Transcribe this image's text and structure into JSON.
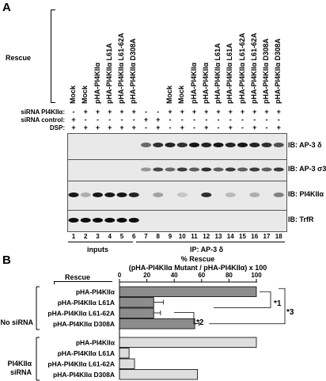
{
  "panel_a": {
    "letter": "A",
    "rescue_header": "Rescue",
    "lane_rescue_labels": [
      "Mock",
      "Mock",
      "pHA-PI4KIIα",
      "pHA-PI4KIIα L61A",
      "pHA-PI4KIIα L61-62A",
      "pHA-PI4KIIα D308A",
      "",
      "",
      "Mock",
      "Mock",
      "pHA-PI4KIIα",
      "pHA-PI4KIIα",
      "pHA-PI4KIIα L61A",
      "pHA-PI4KIIα L61A",
      "pHA-PI4KIIα L61-62A",
      "pHA-PI4KIIα L61-62A",
      "pHA-PI4KIIα D308A",
      "pHA-PI4KIIα D308A"
    ],
    "row_labels": {
      "sirna_pi4k": "siRNA PI4KIIα:",
      "sirna_control": "siRNA control:",
      "dsp": "DSP:"
    },
    "rows": {
      "sirna_pi4k": [
        "-",
        "+",
        "+",
        "+",
        "+",
        "+",
        "-",
        "-",
        "+",
        "+",
        "+",
        "+",
        "+",
        "+",
        "+",
        "+",
        "+",
        "+"
      ],
      "sirna_control": [
        "+",
        "-",
        "-",
        "-",
        "-",
        "-",
        "+",
        "+",
        "-",
        "-",
        "-",
        "-",
        "-",
        "-",
        "-",
        "-",
        "-",
        "-"
      ],
      "dsp": [
        "+",
        "+",
        "+",
        "+",
        "+",
        "+",
        "-",
        "+",
        "-",
        "+",
        "-",
        "+",
        "-",
        "+",
        "-",
        "+",
        "-",
        "+"
      ]
    },
    "blots": [
      {
        "label": "IB: AP-3 δ"
      },
      {
        "label": "IB: AP-3 σ3"
      },
      {
        "label": "IB: PI4KIIα"
      },
      {
        "label": "IB: TrfR"
      }
    ],
    "lane_numbers": [
      "1",
      "2",
      "3",
      "4",
      "5",
      "6",
      "7",
      "8",
      "9",
      "10",
      "11",
      "12",
      "13",
      "14",
      "15",
      "16",
      "17",
      "18"
    ],
    "group_inputs": "inputs",
    "group_ip": "IP: AP-3 δ"
  },
  "panel_b": {
    "letter": "B",
    "title_line1": "% Rescue",
    "title_line2": "(pHA-PI4KIIα Mutant / pHA-PI4KIIα) x 100",
    "rescue_header": "Rescue",
    "group_no_sirna": "No siRNA",
    "group_sirna_line1": "PI4KIIα",
    "group_sirna_line2": "siRNA",
    "sig_labels": [
      "*1",
      "*2",
      "*3"
    ],
    "colors": {
      "no_sirna": "#8c8c8c",
      "sirna": "#dedede"
    }
  },
  "chart_data": {
    "type": "bar",
    "orientation": "horizontal",
    "title": "% Rescue (pHA-PI4KIIα Mutant / pHA-PI4KIIα) x 100",
    "xlim": [
      0,
      100
    ],
    "xticks": [
      0,
      20,
      40,
      60,
      80,
      100
    ],
    "series": [
      {
        "name": "No siRNA",
        "categories": [
          "pHA-PI4KIIα",
          "pHA-PI4KIIα L61A",
          "pHA-PI4KIIα L61-62A",
          "pHA-PI4KIIα D308A"
        ],
        "values": [
          100,
          25,
          25,
          55
        ],
        "errors": [
          0,
          7,
          5,
          3
        ]
      },
      {
        "name": "PI4KIIα siRNA",
        "categories": [
          "pHA-PI4KIIα",
          "pHA-PI4KIIα L61A",
          "pHA-PI4KIIα L61-62A",
          "pHA-PI4KIIα D308A"
        ],
        "values": [
          100,
          7,
          11,
          57
        ],
        "errors": [
          0,
          0,
          0,
          0
        ]
      }
    ]
  }
}
